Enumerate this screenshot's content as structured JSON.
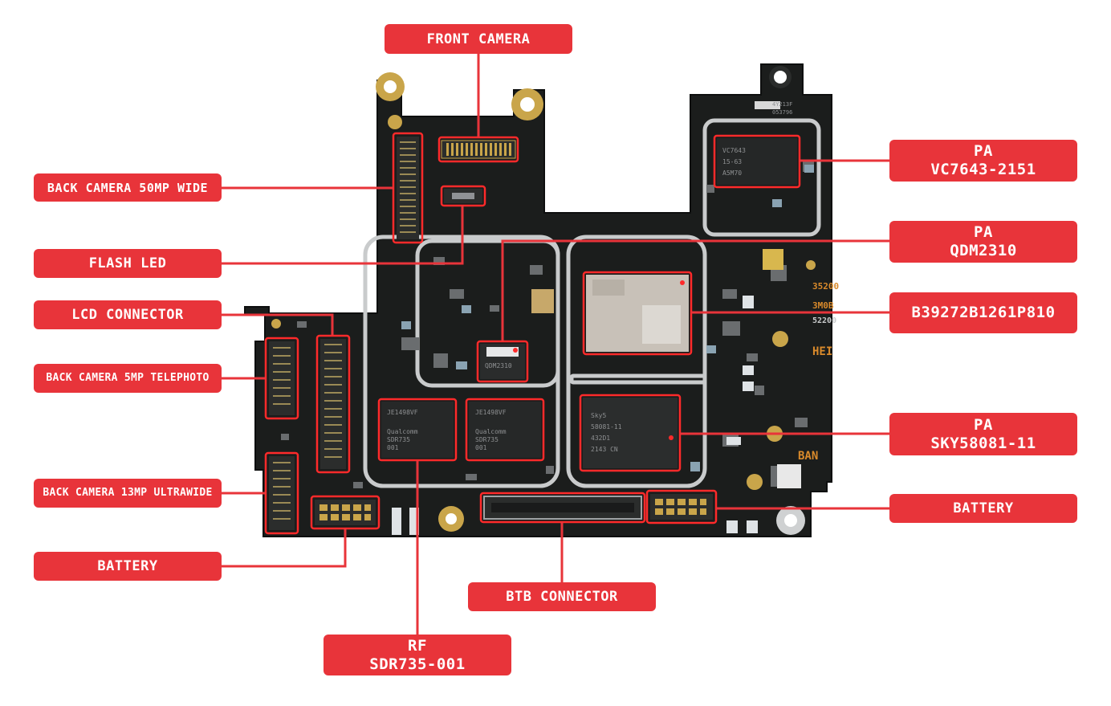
{
  "labels": {
    "front_camera": "FRONT CAMERA",
    "back_camera_wide": "BACK CAMERA 50MP WIDE",
    "flash_led": "FLASH LED",
    "lcd_connector": "LCD CONNECTOR",
    "back_camera_tele": "BACK CAMERA 5MP TELEPHOTO",
    "back_camera_ultrawide": "BACK CAMERA 13MP ULTRAWIDE",
    "battery_left": "BATTERY",
    "btb_connector": "BTB CONNECTOR",
    "rf_line1": "RF",
    "rf_line2": "SDR735-001",
    "pa1_line1": "PA",
    "pa1_line2": "VC7643-2151",
    "pa2_line1": "PA",
    "pa2_line2": "QDM2310",
    "b39": "B39272B1261P810",
    "pa3_line1": "PA",
    "pa3_line2": "SKY58081-11",
    "battery_right": "BATTERY"
  },
  "chip_text": {
    "sdr1_line1": "JE1498VF",
    "sdr1_line2": "Qualcomm",
    "sdr1_line3": "SDR735",
    "sdr1_line4": "001",
    "sdr2_line1": "JE1498VF",
    "sdr2_line2": "Qualcomm",
    "sdr2_line3": "SDR735",
    "sdr2_line4": "001",
    "sky_line1": "Sky5",
    "sky_line2": "58081-11",
    "sky_line3": "432D1",
    "sky_line4": "2143 CN",
    "qdm_line1": "QDM2310",
    "vc_line1": "VC7643",
    "vc_line2": "15-63",
    "vc_line3": "A5M70",
    "board_id1": "35200",
    "board_id2": "3M0B",
    "board_id3": "52200",
    "board_code": "4Y213F",
    "board_code2": "053796",
    "hei": "HEI",
    "ban": "BAN"
  },
  "colors": {
    "label_red": "#e8343a",
    "leader_red": "#e8343a",
    "board": "#1b1d1c",
    "highlight_red": "#ff2a2a",
    "shield": "#c9cbcc",
    "gold": "#c9a54a"
  }
}
